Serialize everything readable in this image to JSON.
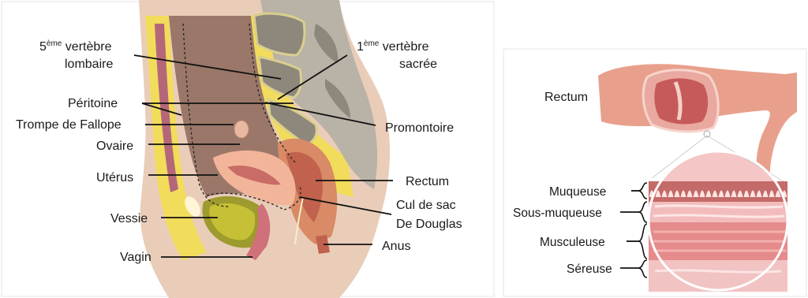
{
  "left_diagram": {
    "labels": {
      "lumbar_pre": "5",
      "lumbar_sup": "ème",
      "lumbar_line1": " vertèbre",
      "lumbar_line2": "lombaire",
      "sacral_pre": "1",
      "sacral_sup": "ème",
      "sacral_line1": " vertèbre",
      "sacral_line2": "sacrée",
      "peritoine": "Péritoine",
      "trompe": "Trompe de Fallope",
      "ovaire": "Ovaire",
      "uterus": "Utérus",
      "vessie": "Vessie",
      "vagin": "Vagin",
      "promontoire": "Promontoire",
      "rectum": "Rectum",
      "cul_line1": "Cul de sac",
      "cul_line2": "De Douglas",
      "anus": "Anus"
    }
  },
  "right_diagram": {
    "labels": {
      "rectum": "Rectum",
      "muqueuse": "Muqueuse",
      "sous_muqueuse": "Sous-muqueuse",
      "musculeuse": "Musculeuse",
      "sereuse": "Séreuse"
    }
  }
}
